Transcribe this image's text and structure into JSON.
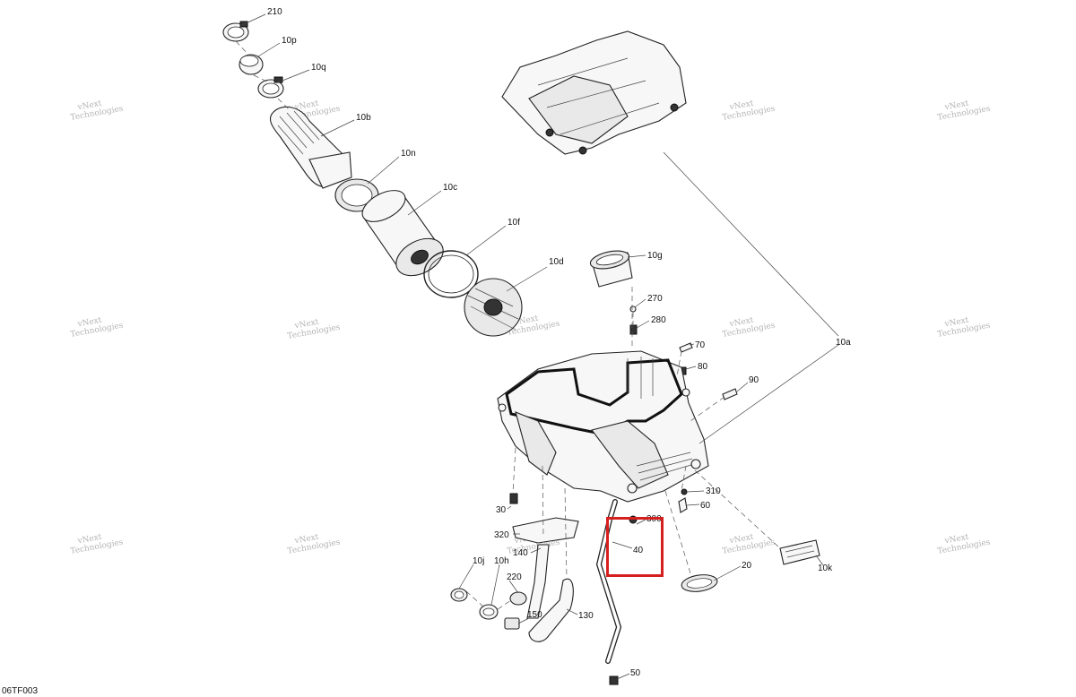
{
  "figure": {
    "code": "06TF003",
    "watermark_line1": "vNext",
    "watermark_line2": "Technologies",
    "watermark_full": "vNext Technologies",
    "highlight_color": "#d61f1f",
    "highlighted_callout": "40"
  },
  "callouts": [
    {
      "id": "210",
      "label": "210"
    },
    {
      "id": "10p",
      "label": "10p"
    },
    {
      "id": "10q",
      "label": "10q"
    },
    {
      "id": "10b",
      "label": "10b"
    },
    {
      "id": "10n",
      "label": "10n"
    },
    {
      "id": "10c",
      "label": "10c"
    },
    {
      "id": "10f",
      "label": "10f"
    },
    {
      "id": "10d",
      "label": "10d"
    },
    {
      "id": "10g",
      "label": "10g"
    },
    {
      "id": "270",
      "label": "270"
    },
    {
      "id": "280",
      "label": "280"
    },
    {
      "id": "70",
      "label": "70"
    },
    {
      "id": "80",
      "label": "80"
    },
    {
      "id": "90",
      "label": "90"
    },
    {
      "id": "10a",
      "label": "10a"
    },
    {
      "id": "310",
      "label": "310"
    },
    {
      "id": "60",
      "label": "60"
    },
    {
      "id": "300",
      "label": "300"
    },
    {
      "id": "40",
      "label": "40"
    },
    {
      "id": "30",
      "label": "30"
    },
    {
      "id": "320",
      "label": "320"
    },
    {
      "id": "140",
      "label": "140"
    },
    {
      "id": "10j",
      "label": "10j"
    },
    {
      "id": "10h",
      "label": "10h"
    },
    {
      "id": "220",
      "label": "220"
    },
    {
      "id": "150",
      "label": "150"
    },
    {
      "id": "130",
      "label": "130"
    },
    {
      "id": "20",
      "label": "20"
    },
    {
      "id": "10k",
      "label": "10k"
    },
    {
      "id": "50",
      "label": "50"
    }
  ]
}
